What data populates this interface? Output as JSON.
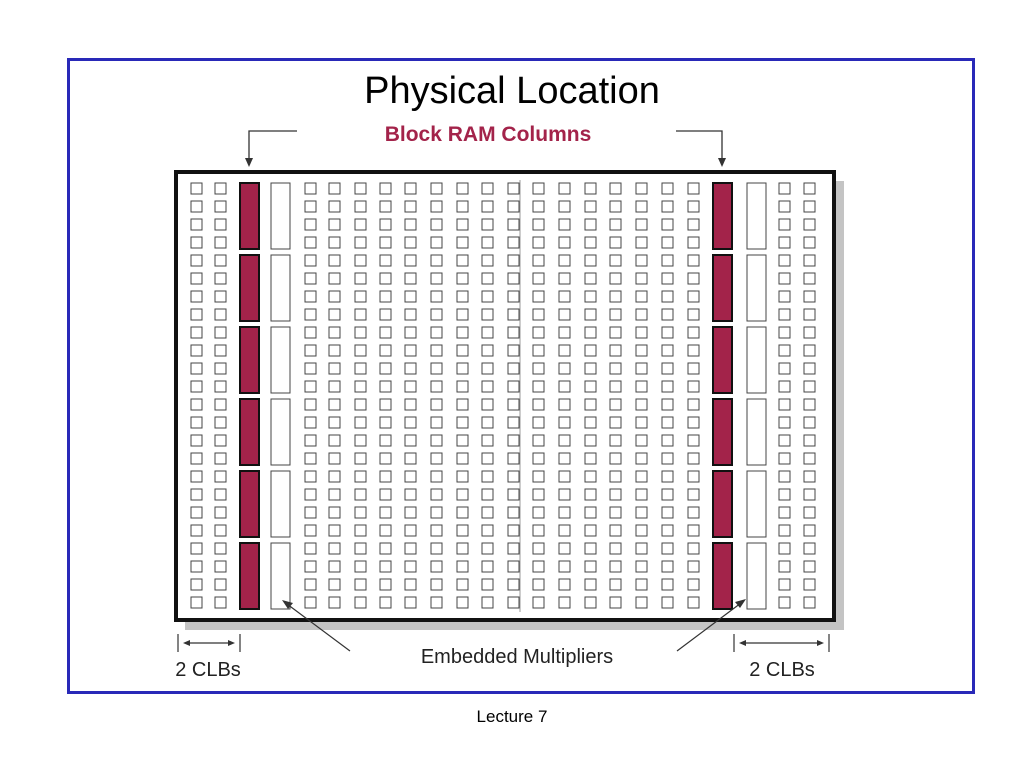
{
  "slide": {
    "title": "Physical Location",
    "footer": "Lecture 7"
  },
  "diagram": {
    "block_ram_label": "Block RAM Columns",
    "multiplier_label": "Embedded Multipliers",
    "clb_label_left": "2 CLBs",
    "clb_label_right": "2 CLBs"
  },
  "colors": {
    "frame": "#2929b8",
    "block_ram": "#a3234a",
    "block_ram_label": "#a3234a",
    "chip_border": "#111111",
    "shadow": "#c4c4c4"
  }
}
